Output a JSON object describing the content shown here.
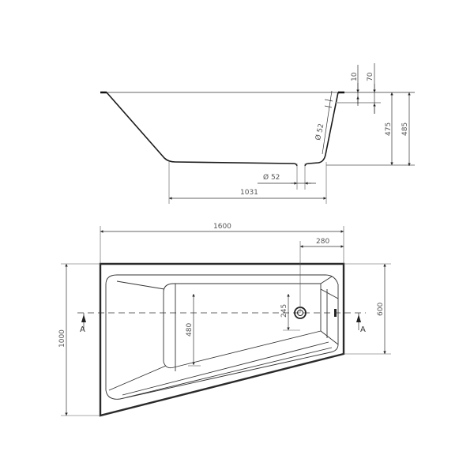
{
  "section_view": {
    "dims": {
      "rim_thickness": "10",
      "rim_offset": "70",
      "depth_inner": "475",
      "depth_total": "485",
      "overflow_diameter": "Ø 52",
      "drain_diameter": "Ø 52",
      "bottom_length": "1031"
    }
  },
  "plan_view": {
    "dims": {
      "length": "1600",
      "drain_offset": "280",
      "width_total": "1000",
      "width_short": "600",
      "drain_to_edge": "245",
      "inner_width": "480"
    },
    "section_labels": {
      "left": "A",
      "right": "A"
    }
  },
  "colors": {
    "line": "#1a1a1a",
    "dimension": "#333333",
    "dim_text": "#555555",
    "background": "#ffffff"
  }
}
